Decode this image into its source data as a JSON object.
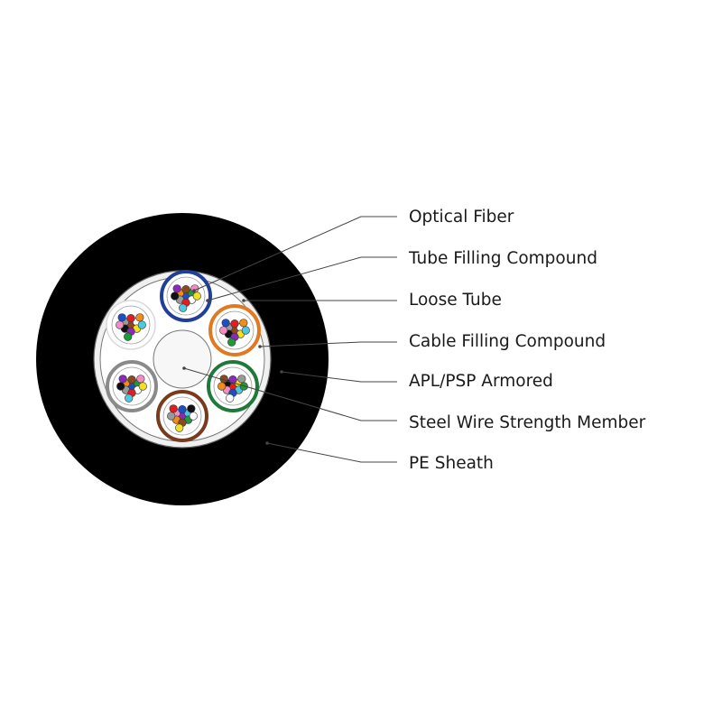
{
  "labels": {
    "optical_fiber": "Optical Fiber",
    "tube_filling_compound": "Tube Filling Compound",
    "loose_tube": "Loose Tube",
    "cable_filling_compound": "Cable Filling Compound",
    "apl_psp_armored": "APL/PSP Armored",
    "steel_wire_strength_member": "Steel Wire Strength Member",
    "pe_sheath": "PE Sheath"
  },
  "loose_tubes": [
    {
      "name": "blue",
      "ring_color": "#1f3f9a"
    },
    {
      "name": "orange",
      "ring_color": "#e07a22"
    },
    {
      "name": "green",
      "ring_color": "#1f7a3a"
    },
    {
      "name": "brown",
      "ring_color": "#7a3a1e"
    },
    {
      "name": "gray",
      "ring_color": "#8a8a8a"
    },
    {
      "name": "white",
      "ring_color": "#d9d9d9"
    }
  ],
  "fiber_colors": [
    "#1f4fbf",
    "#f08c1e",
    "#1f9a3a",
    "#8a4a1e",
    "#9a9a9a",
    "#ffffff",
    "#e01e1e",
    "#111111",
    "#f2e01e",
    "#8a2ab8",
    "#f28cc4",
    "#4ec8e0"
  ],
  "colors": {
    "sheath": "#000000",
    "armor": "#f0f0f0",
    "core_fill": "#ffffff",
    "leader": "#444444"
  }
}
